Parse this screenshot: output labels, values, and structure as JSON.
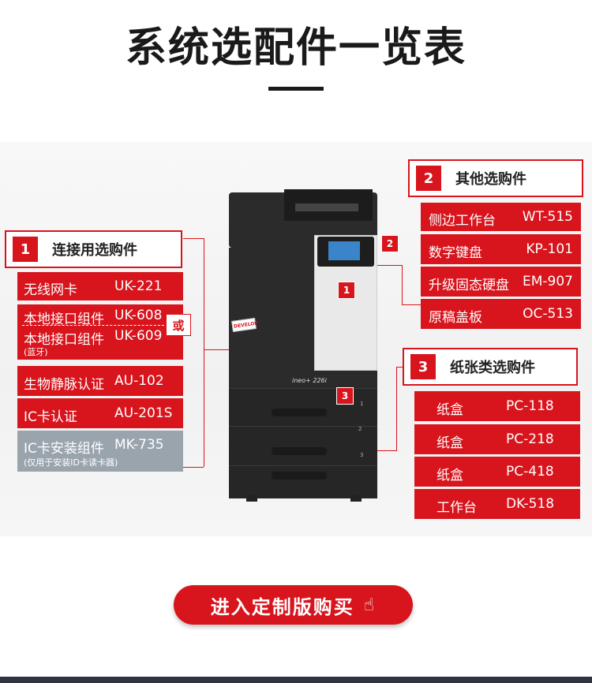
{
  "page": {
    "title": "系统选配件一览表"
  },
  "groups": [
    {
      "number": "1",
      "title": "连接用选购件",
      "items": [
        {
          "name": "无线网卡",
          "code": "UK-221"
        },
        {
          "name": "本地接口组件",
          "code": "UK-608"
        },
        {
          "name": "本地接口组件",
          "code": "UK-609",
          "note": "(蓝牙)"
        },
        {
          "name": "生物静脉认证",
          "code": "AU-102"
        },
        {
          "name": "IC卡认证",
          "code": "AU-201S"
        },
        {
          "name": "IC卡安装组件",
          "code": "MK-735",
          "note": "(仅用于安装ID卡读卡器)"
        }
      ],
      "or_label": "或"
    },
    {
      "number": "2",
      "title": "其他选购件",
      "items": [
        {
          "name": "侧边工作台",
          "code": "WT-515"
        },
        {
          "name": "数字键盘",
          "code": "KP-101"
        },
        {
          "name": "升级固态硬盘",
          "code": "EM-907"
        },
        {
          "name": "原稿盖板",
          "code": "OC-513"
        }
      ]
    },
    {
      "number": "3",
      "title": "纸张类选购件",
      "items": [
        {
          "name": "纸盒",
          "code": "PC-118"
        },
        {
          "name": "纸盒",
          "code": "PC-218"
        },
        {
          "name": "纸盒",
          "code": "PC-418"
        },
        {
          "name": "工作台",
          "code": "DK-518"
        }
      ]
    }
  ],
  "printer": {
    "brand": "DEVELOP",
    "model": "ineo+ 226i",
    "callouts": [
      "1",
      "2",
      "3"
    ],
    "tray_numbers": [
      "1",
      "2",
      "3"
    ]
  },
  "cta": {
    "label": "进入定制版购买",
    "icon": "pointer-hand-icon"
  },
  "colors": {
    "accent": "#d8141d",
    "gray_item": "#9aa4ad"
  }
}
